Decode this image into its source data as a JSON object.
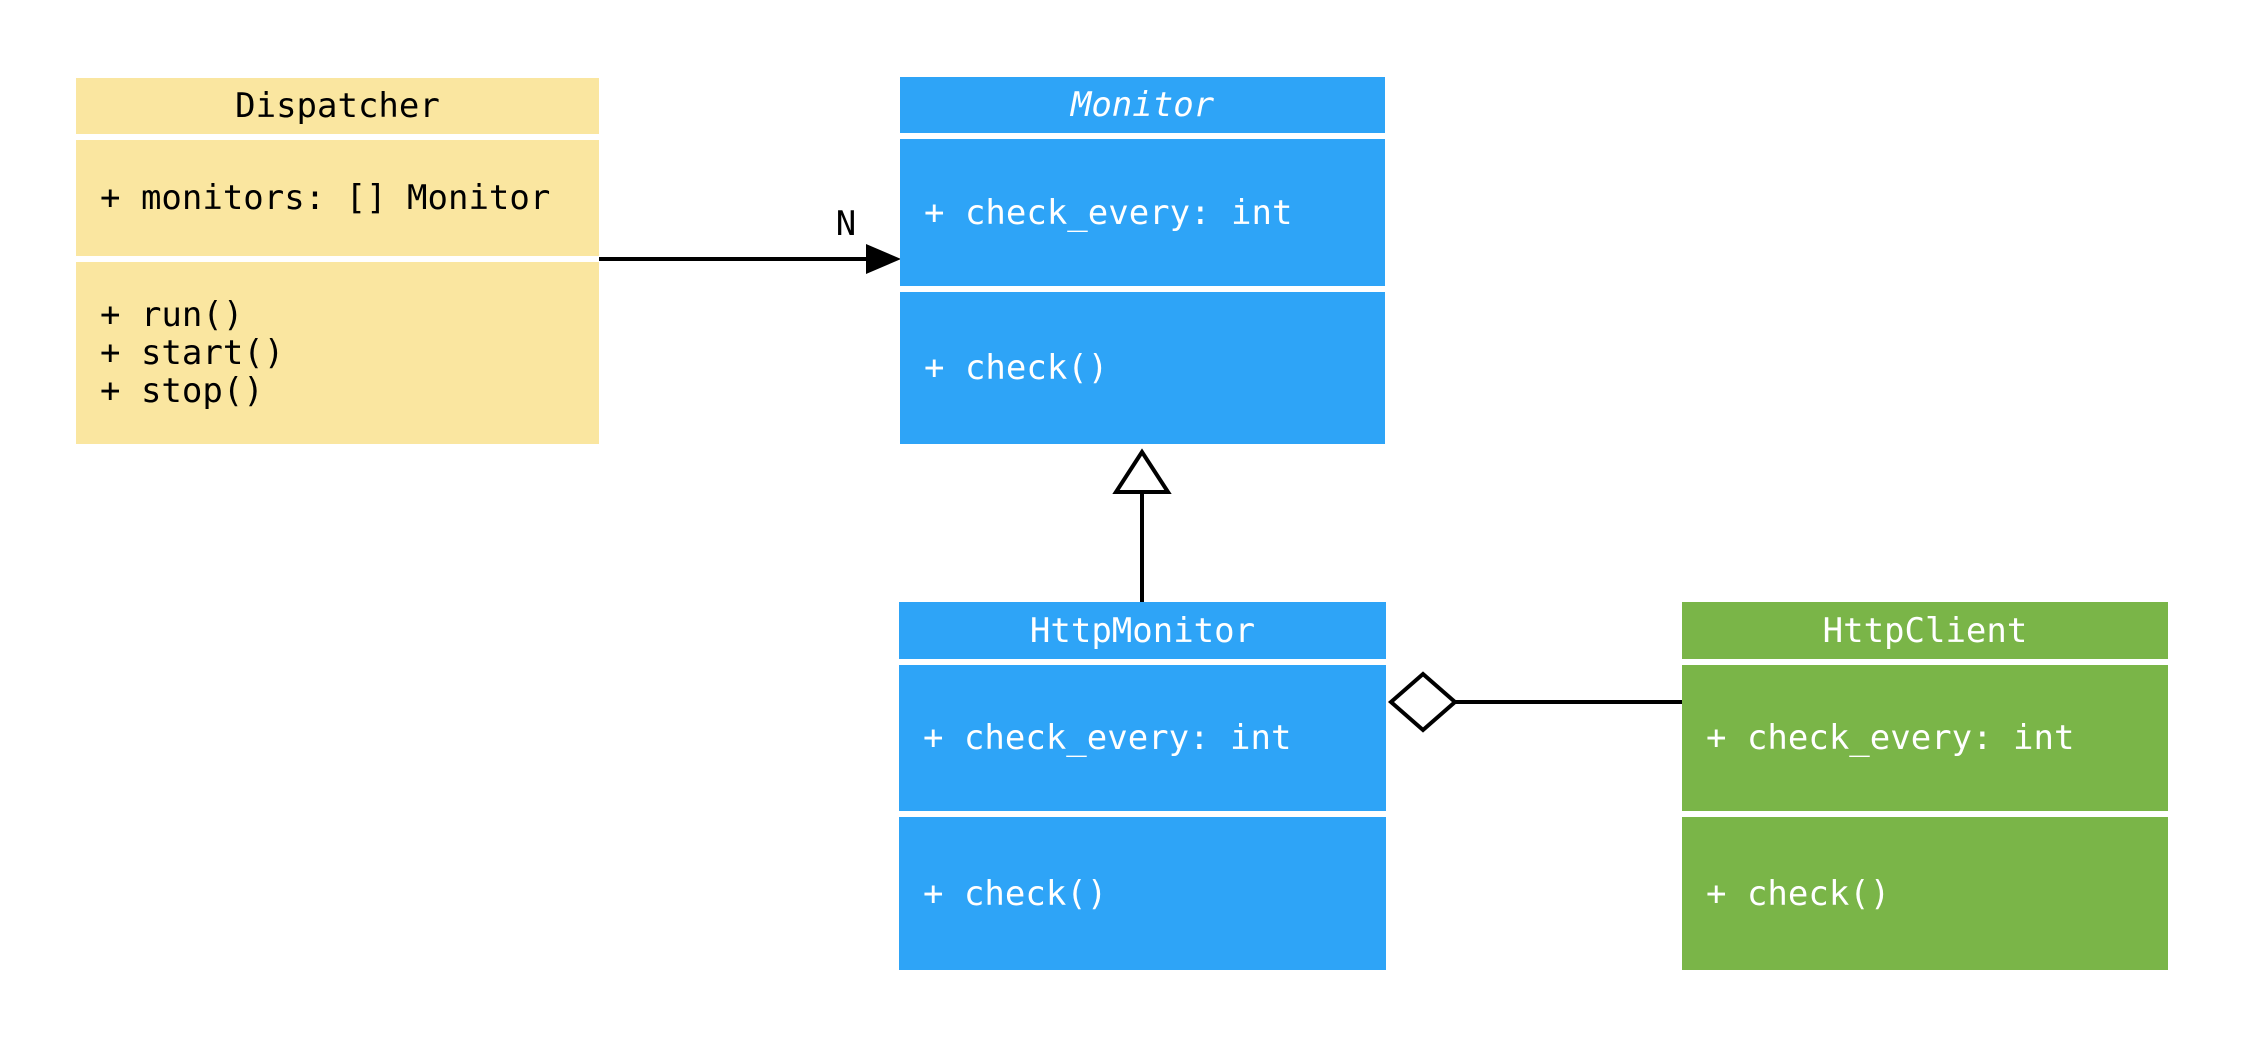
{
  "diagram": {
    "kind": "uml-class-diagram",
    "background_color": "#ffffff",
    "line_color": "#000000",
    "classes": [
      {
        "name": "Dispatcher",
        "abstract": false,
        "attributes": [
          "+ monitors: [] Monitor"
        ],
        "methods": [
          "+ run()",
          "+ start()",
          "+ stop()"
        ],
        "style": {
          "fill": "#FAE6A0",
          "text": "#000000"
        }
      },
      {
        "name": "Monitor",
        "abstract": true,
        "attributes": [
          "+ check_every: int"
        ],
        "methods": [
          "+ check()"
        ],
        "style": {
          "fill": "#2EA4F7",
          "text": "#FFFFFF"
        }
      },
      {
        "name": "HttpMonitor",
        "abstract": false,
        "attributes": [
          "+ check_every: int"
        ],
        "methods": [
          "+ check()"
        ],
        "style": {
          "fill": "#2EA4F7",
          "text": "#FFFFFF"
        }
      },
      {
        "name": "HttpClient",
        "abstract": false,
        "attributes": [
          "+ check_every: int"
        ],
        "methods": [
          "+ check()"
        ],
        "style": {
          "fill": "#7AB548",
          "text": "#FFFFFF"
        }
      }
    ],
    "relations": [
      {
        "from": "Dispatcher",
        "to": "Monitor",
        "type": "association",
        "arrowhead": "filled-arrow",
        "label": "N"
      },
      {
        "from": "HttpMonitor",
        "to": "Monitor",
        "type": "inheritance",
        "arrowhead": "hollow-triangle",
        "label": ""
      },
      {
        "from": "HttpMonitor",
        "to": "HttpClient",
        "type": "aggregation",
        "arrowhead": "hollow-diamond",
        "label": ""
      }
    ]
  }
}
